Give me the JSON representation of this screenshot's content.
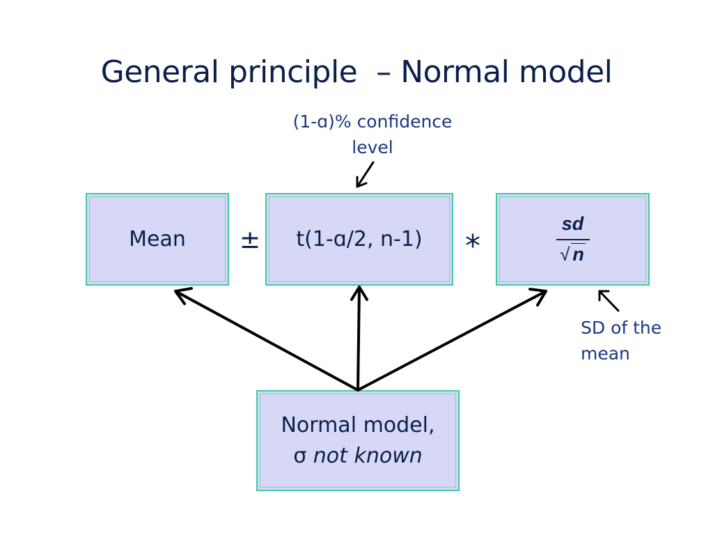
{
  "title": "General principle  – Normal model",
  "annotations": {
    "confidence_line1": "(1-ɑ)% confidence",
    "confidence_line2": "level",
    "sd_line1": "SD of the",
    "sd_line2": "mean"
  },
  "boxes": {
    "mean": "Mean",
    "t_value": "t(1-ɑ/2, n-1)",
    "sd_numerator": "sd",
    "sd_denominator": "n",
    "model_line1": "Normal model,",
    "model_line2_symbol": "σ ",
    "model_line2_text": "not known"
  },
  "operators": {
    "plus_minus": "±",
    "times": "*"
  },
  "colors": {
    "box_fill": "#d6d8f5",
    "box_border": "#3fc9a7",
    "text": "#0b1f4a",
    "annotation_text": "#1a3780",
    "arrow": "#000000"
  }
}
